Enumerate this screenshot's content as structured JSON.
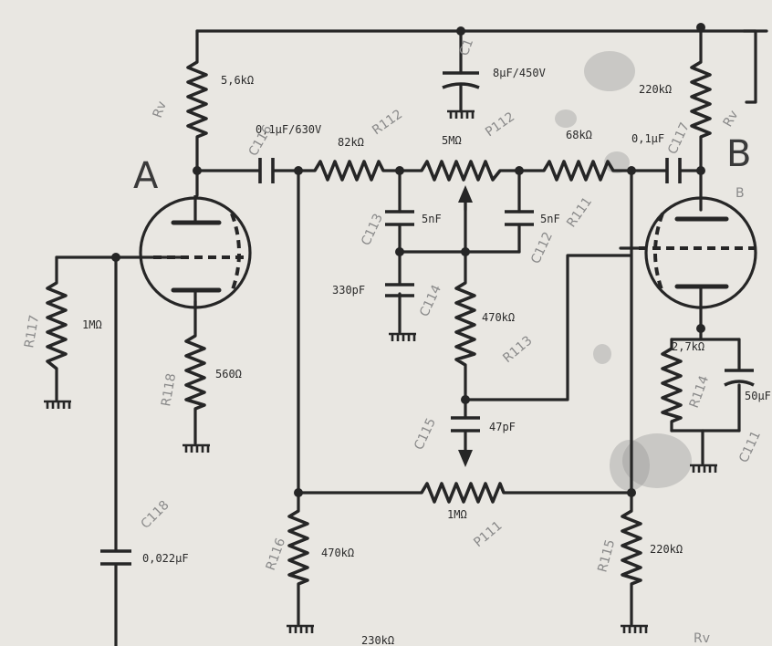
{
  "nodes": {
    "a": "A",
    "b": "B"
  },
  "values": {
    "r_5_6k": "5,6kΩ",
    "c_0_1uf_630v": "0,1µF/630V",
    "r_82k": "82kΩ",
    "p_5m": "5MΩ",
    "r_68k": "68kΩ",
    "c_0_1uf": "0,1µF",
    "r_220k": "220kΩ",
    "c_8uf_450v": "8µF/450V",
    "c_5nf_left": "5nF",
    "c_5nf_right": "5nF",
    "c_330pf": "330pF",
    "r_470k_mid": "470kΩ",
    "c_47pf": "47pF",
    "r_1m_grid": "1MΩ",
    "r_560": "560Ω",
    "r_2_7k": "2,7kΩ",
    "c_50uf": "50µF",
    "p_1m": "1MΩ",
    "r_470k_bottom": "470kΩ",
    "r_220k_bottom": "220kΩ",
    "c_0_022uf": "0,022µF",
    "bottom_partial": "230kΩ"
  },
  "designators": {
    "rv_left": "Rv",
    "r112": "R112",
    "p112": "P112",
    "c116": "C116",
    "c117": "C117",
    "rv_right": "Rv",
    "c113": "C113",
    "c112": "C112",
    "r111": "R111",
    "c114": "C114",
    "r113": "R113",
    "c115": "C115",
    "r117": "R117",
    "r118": "R118",
    "r114": "R114",
    "c111": "C111",
    "c118": "C118",
    "r116": "R116",
    "p111": "P111",
    "r115": "R115",
    "c1": "C1",
    "b_tube": "B",
    "bottom_right": "Rv"
  }
}
